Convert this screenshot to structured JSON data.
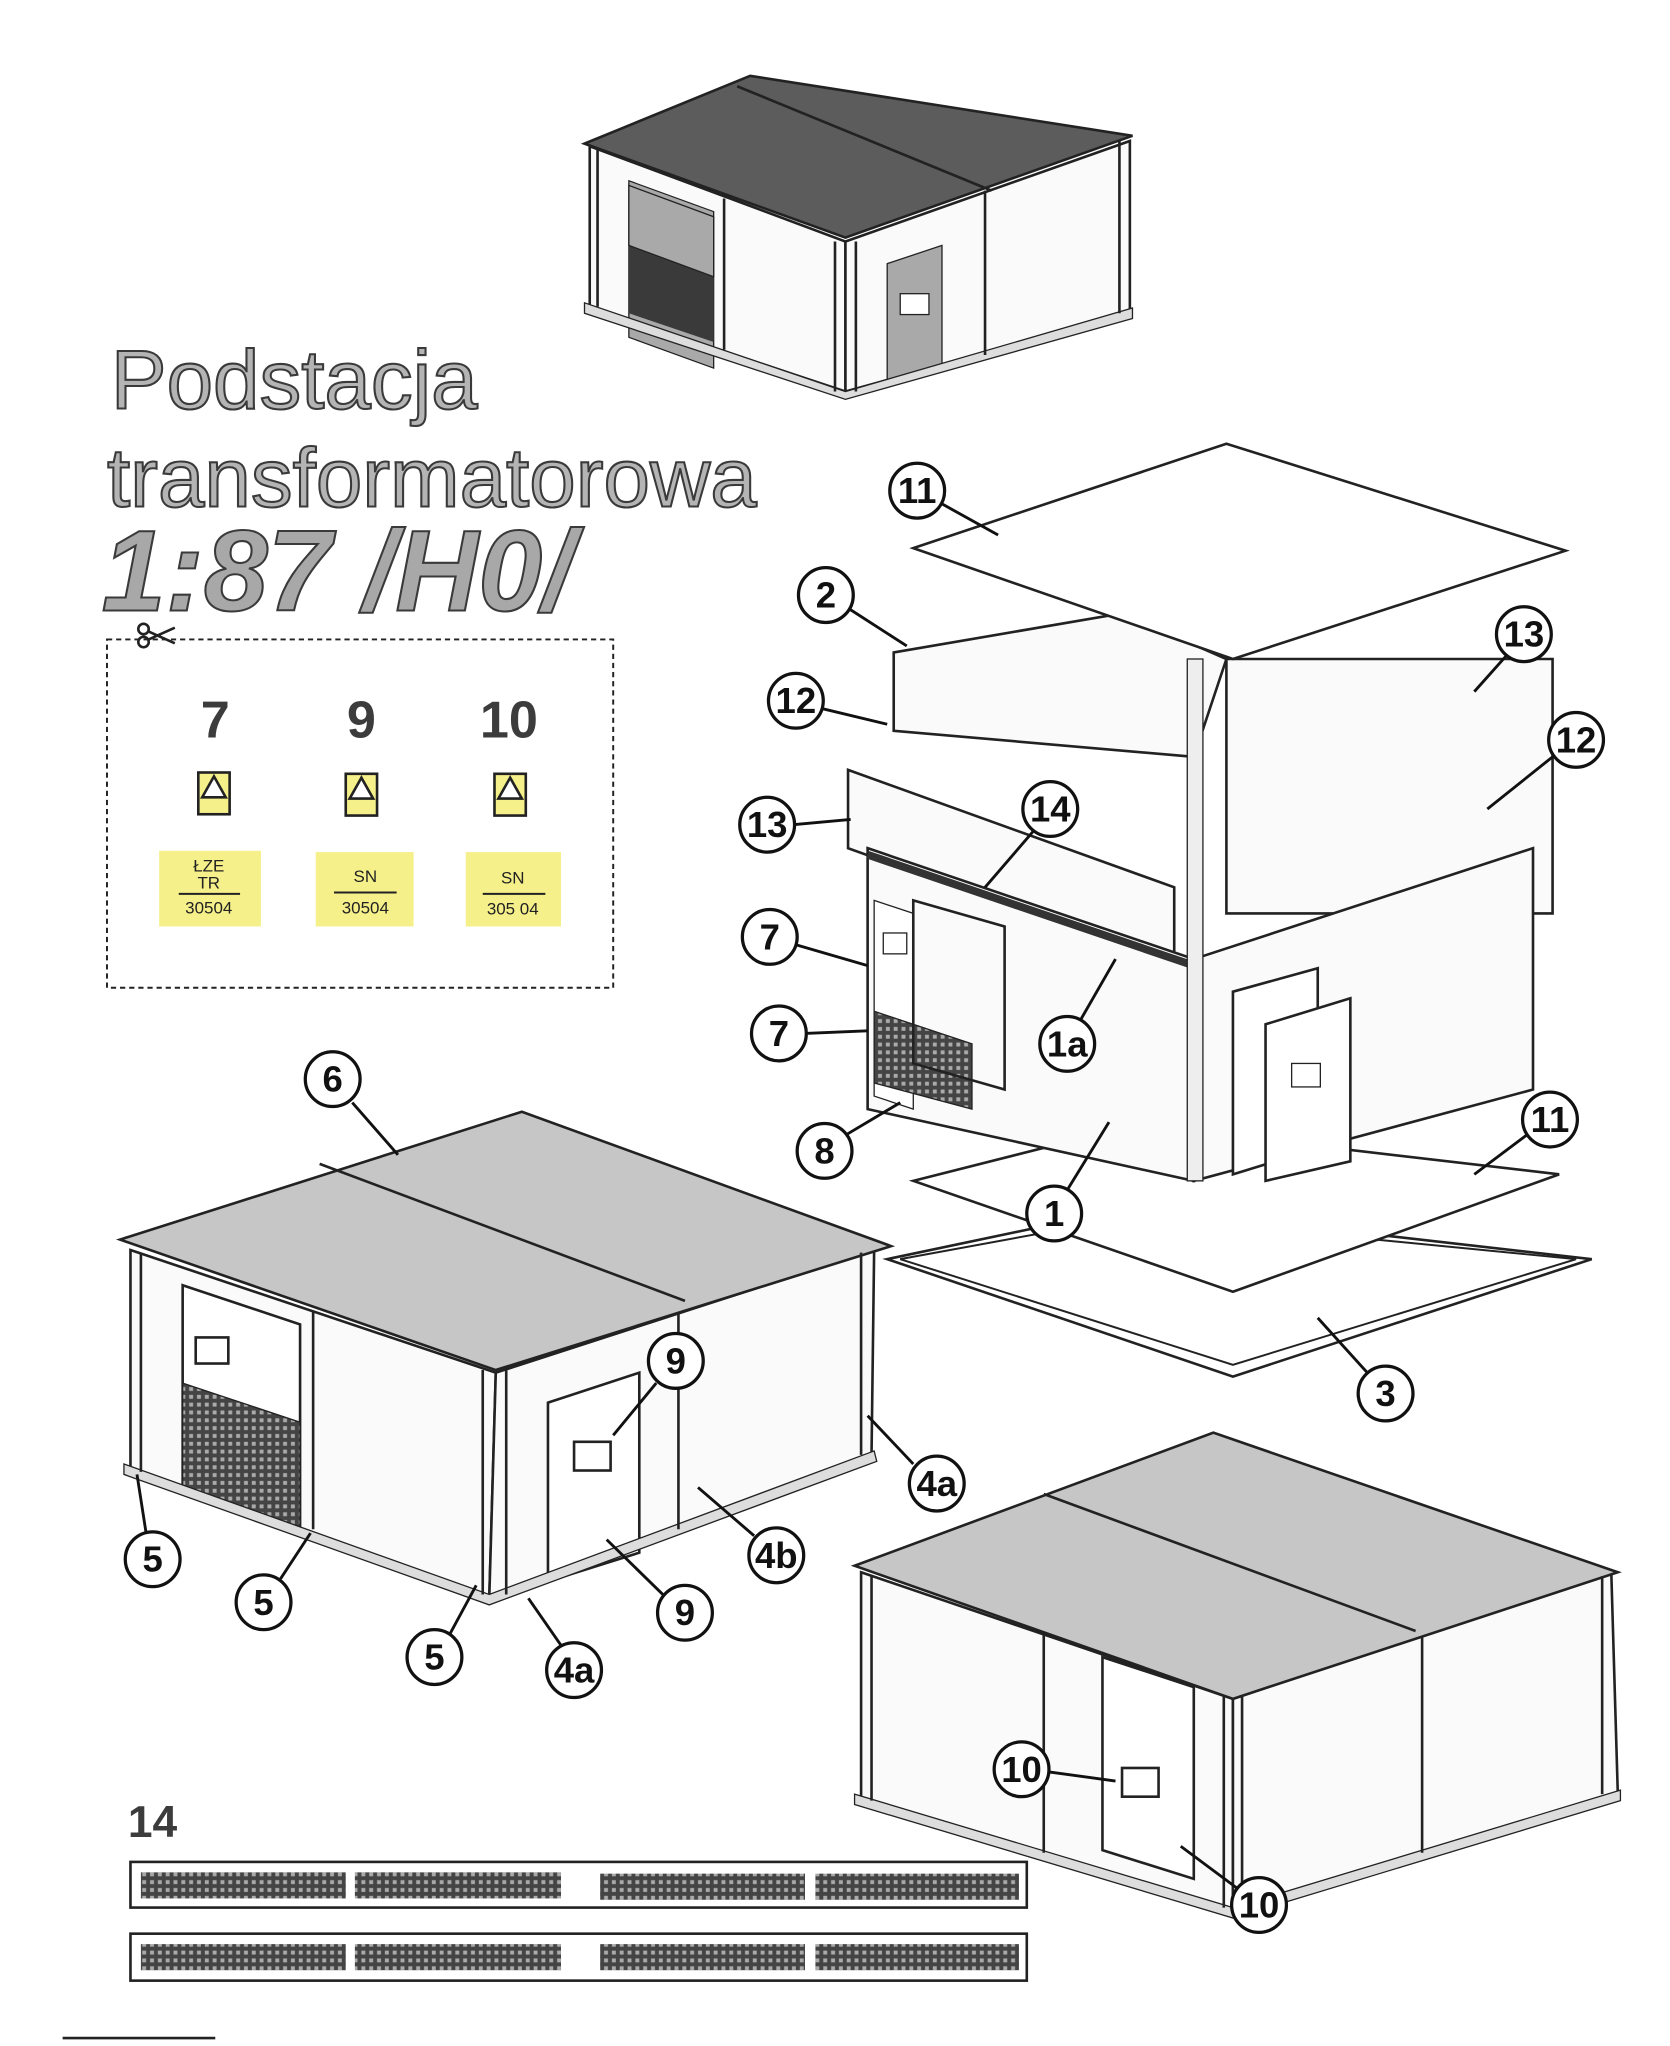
{
  "title": {
    "line1": "Podstacja",
    "line2": "transformatorowa",
    "scale": "1:87 /H0/"
  },
  "cutout_sheet": {
    "columns": [
      {
        "number": "7",
        "label_top": "ŁZE",
        "label_mid": "TR",
        "label_bottom": "30504"
      },
      {
        "number": "9",
        "label_top": "SN",
        "label_mid": "",
        "label_bottom": "30504"
      },
      {
        "number": "10",
        "label_top": "SN",
        "label_mid": "",
        "label_bottom": "305 04"
      }
    ],
    "label_color": "#f5f08a"
  },
  "callouts": [
    "11",
    "2",
    "13",
    "12",
    "12",
    "13",
    "14",
    "7",
    "7",
    "1a",
    "8",
    "11",
    "1",
    "3",
    "6",
    "9",
    "4a",
    "4b",
    "5",
    "5",
    "9",
    "5",
    "4a",
    "10",
    "10"
  ],
  "strips": {
    "label": "14"
  },
  "colors": {
    "dark_roof": "#5c5c5c",
    "light_roof": "#c6c6c6",
    "door": "#a9a9a9",
    "vent": "#3a3a3a"
  }
}
